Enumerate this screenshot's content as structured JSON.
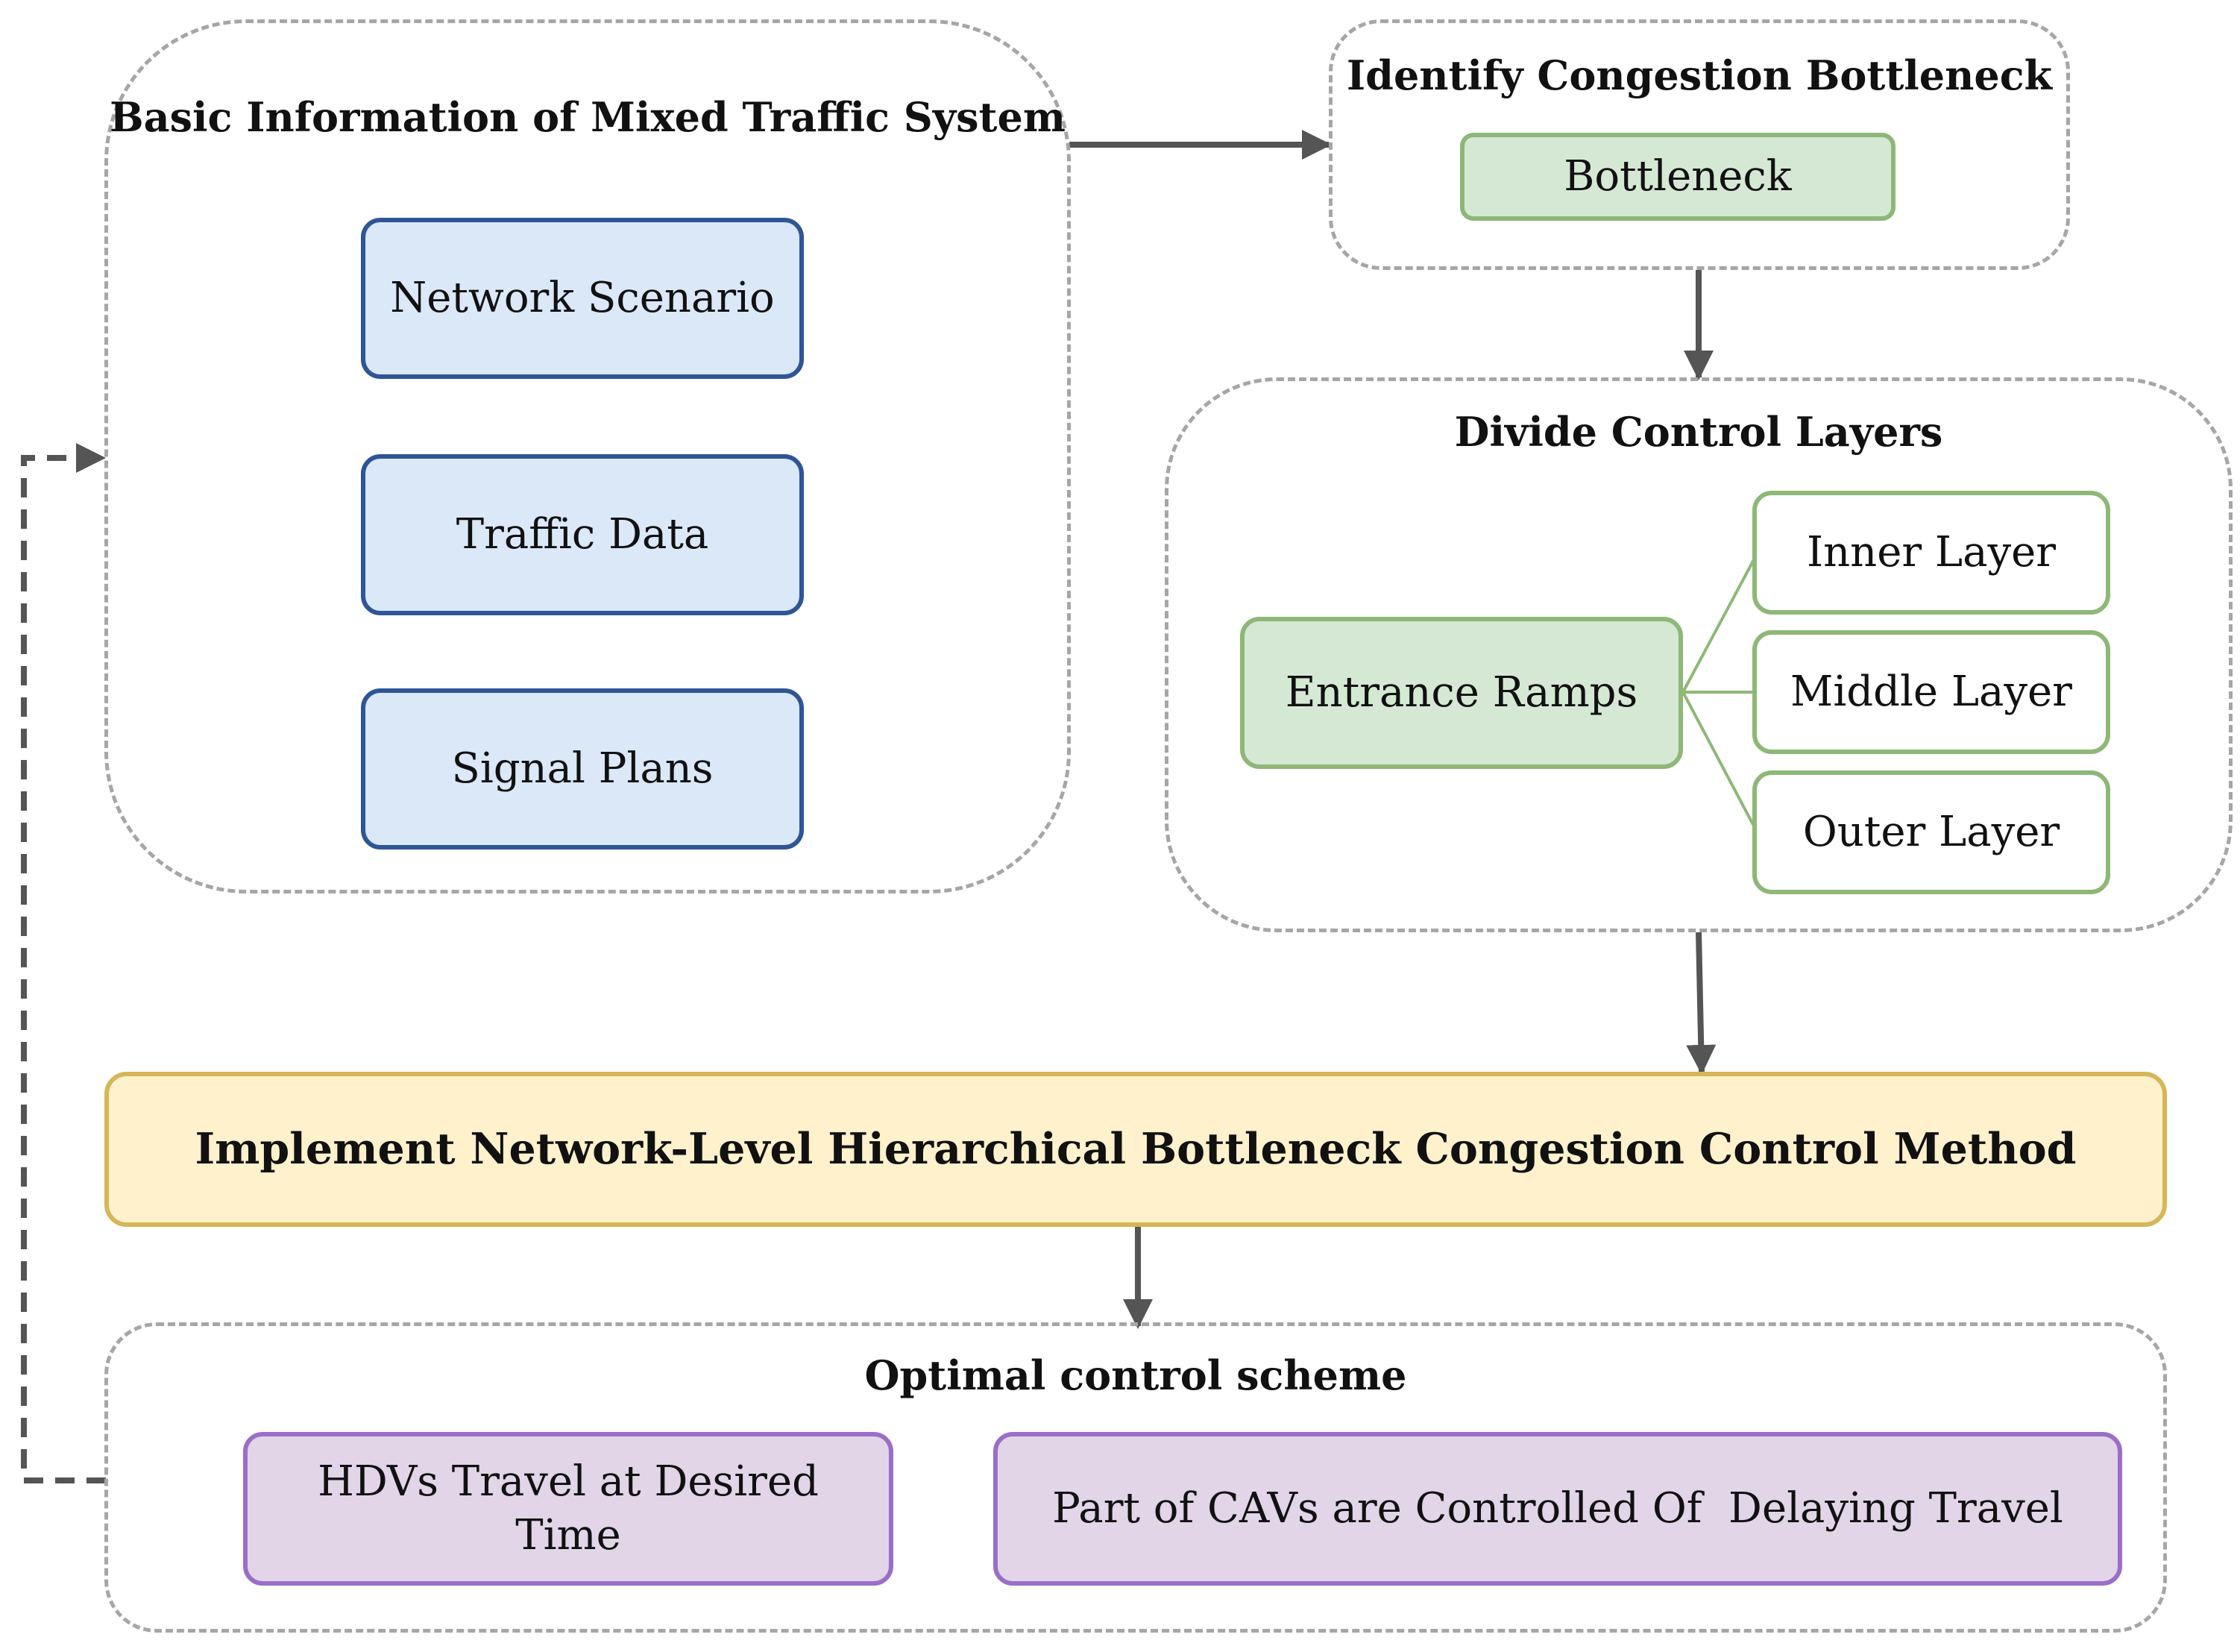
{
  "groups": {
    "basic_info": {
      "title": "Basic Information of Mixed Traffic System",
      "items": [
        "Network Scenario",
        "Traffic Data",
        "Signal Plans"
      ]
    },
    "identify": {
      "title": "Identify Congestion Bottleneck",
      "items": [
        "Bottleneck"
      ]
    },
    "divide": {
      "title": "Divide Control Layers",
      "source": "Entrance Ramps",
      "layers": [
        "Inner Layer",
        "Middle Layer",
        "Outer Layer"
      ]
    },
    "implement": {
      "title": "Implement Network-Level Hierarchical Bottleneck Congestion Control Method"
    },
    "optimal": {
      "title": "Optimal control scheme",
      "items": [
        "HDVs Travel at Desired Time",
        "Part of CAVs are Controlled Of  Delaying Travel"
      ]
    }
  },
  "colors": {
    "group_border": "#a6a6a6",
    "arrow": "#555555",
    "blue_fill": "#dae8f8",
    "blue_border": "#2e5596",
    "green_fill": "#d5e8d4",
    "green_border": "#8db877",
    "purple_fill": "#e1d5e7",
    "purple_border": "#9b6ec9",
    "yellow_fill": "#fff1cc",
    "yellow_border": "#d6b656"
  }
}
